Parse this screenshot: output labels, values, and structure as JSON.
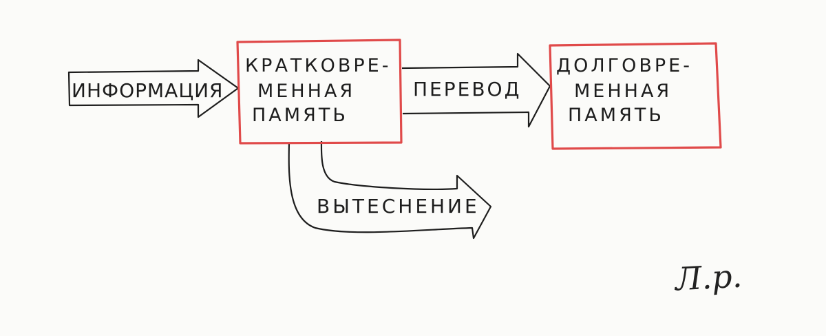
{
  "diagram": {
    "nodes": {
      "short_term_memory": {
        "lines": [
          "КРАТКОВРЕ-",
          "МЕННАЯ",
          "ПАМЯТЬ"
        ],
        "border_color": "#e04a4a"
      },
      "long_term_memory": {
        "lines": [
          "ДОЛГОВРЕ-",
          "МЕННАЯ",
          "ПАМЯТЬ"
        ],
        "border_color": "#e04a4a"
      }
    },
    "arrows": {
      "information": {
        "label": "ИНФОРМАЦИЯ"
      },
      "transfer": {
        "label": "ПЕРЕВОД"
      },
      "displacement": {
        "label": "ВЫТЕСНЕНИЕ"
      }
    },
    "signature": "Л.р."
  }
}
